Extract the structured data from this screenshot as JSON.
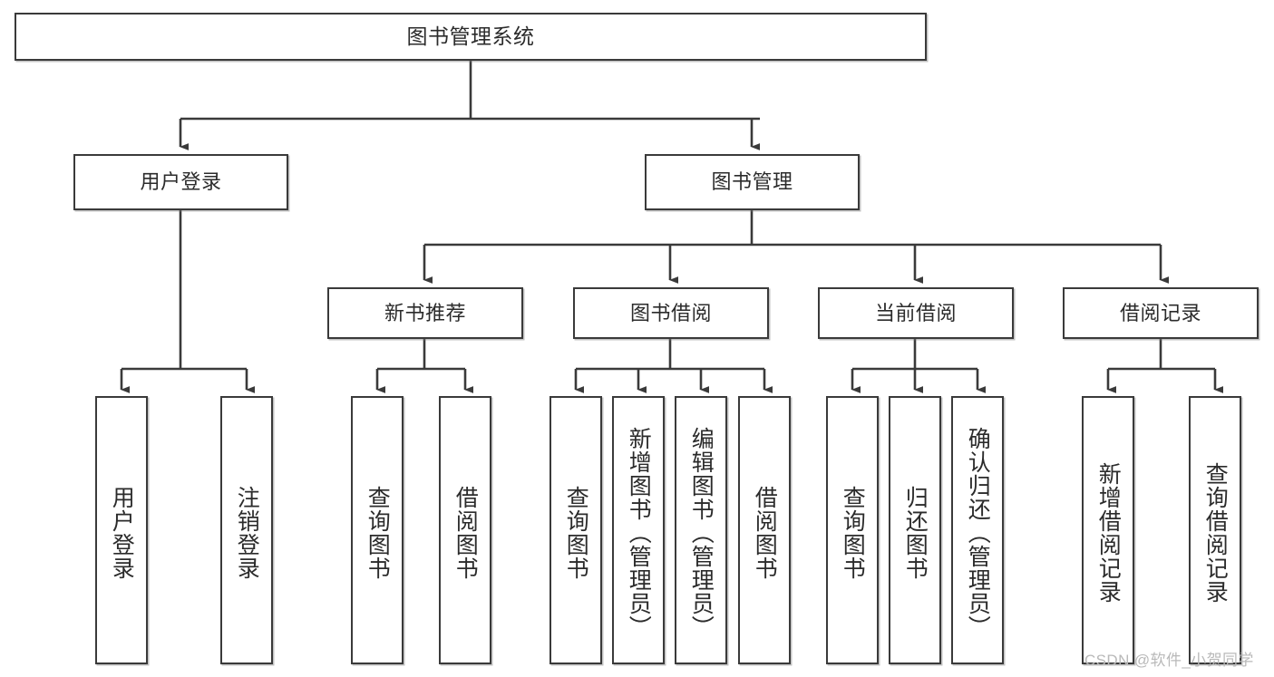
{
  "diagram": {
    "title": "图书管理系统",
    "type": "hierarchy-tree",
    "background_color": "#ffffff",
    "node_border_color": "#3a3a3a",
    "node_fill_color": "#ffffff",
    "text_color": "#2b2b2b",
    "levels": 4
  },
  "nodes": {
    "root": {
      "label": "图书管理系统"
    },
    "level1": [
      {
        "label": "用户登录"
      },
      {
        "label": "图书管理"
      }
    ],
    "level2": [
      {
        "label": "新书推荐"
      },
      {
        "label": "图书借阅"
      },
      {
        "label": "当前借阅"
      },
      {
        "label": "借阅记录"
      }
    ],
    "leaves": {
      "user_login": [
        {
          "label": "用户登录"
        },
        {
          "label": "注销登录"
        }
      ],
      "new_book_recommend": [
        {
          "label": "查询图书"
        },
        {
          "label": "借阅图书"
        }
      ],
      "book_borrow": [
        {
          "label": "查询图书"
        },
        {
          "label": "新增图书（管理员）"
        },
        {
          "label": "编辑图书（管理员）"
        },
        {
          "label": "借阅图书"
        }
      ],
      "current_borrow": [
        {
          "label": "查询图书"
        },
        {
          "label": "归还图书"
        },
        {
          "label": "确认归还（管理员）"
        }
      ],
      "borrow_record": [
        {
          "label": "新增借阅记录"
        },
        {
          "label": "查询借阅记录"
        }
      ]
    }
  },
  "watermark": {
    "text": "CSDN @软件_小贺同学",
    "color": "#b9b9b9"
  }
}
